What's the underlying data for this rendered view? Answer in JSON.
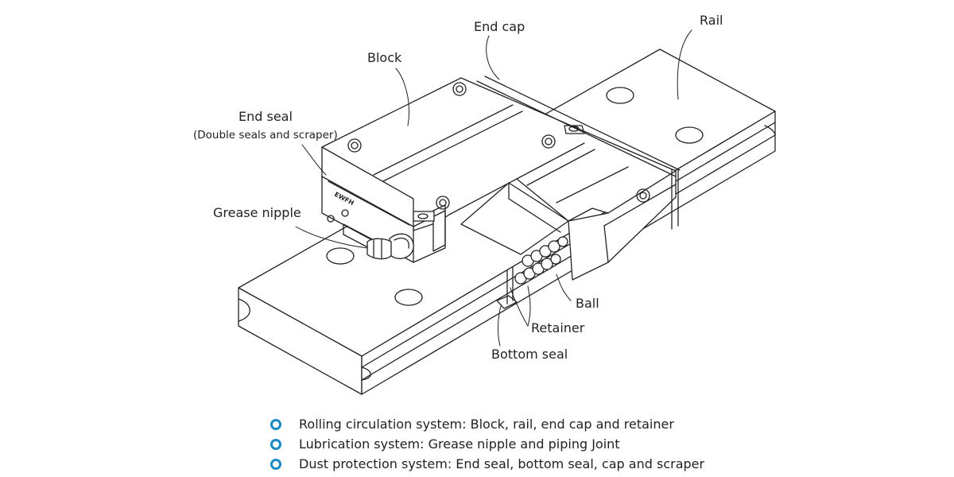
{
  "diagram": {
    "labels": {
      "end_cap": "End cap",
      "rail": "Rail",
      "block": "Block",
      "end_seal": "End seal",
      "end_seal_note": "(Double seals and scraper)",
      "grease_nipple": "Grease nipple",
      "ball": "Ball",
      "retainer": "Retainer",
      "bottom_seal": "Bottom seal"
    },
    "engraving": "EWFH",
    "colors": {
      "line": "#222222",
      "bullet": "#1a8ac4"
    }
  },
  "systems": [
    {
      "text": "Rolling circulation system: Block, rail, end cap and retainer"
    },
    {
      "text": "Lubrication system: Grease nipple and piping Joint"
    },
    {
      "text": "Dust protection system: End seal, bottom seal, cap and scraper"
    }
  ]
}
